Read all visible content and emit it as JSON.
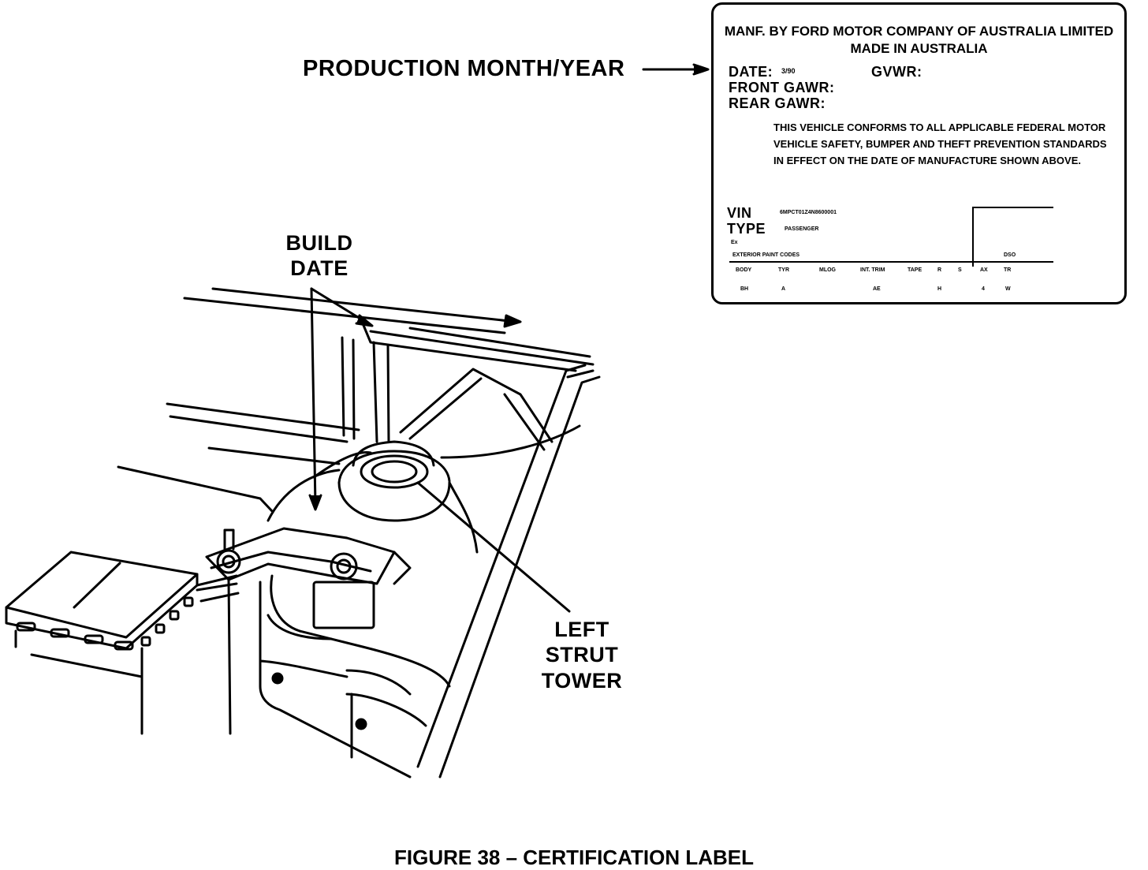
{
  "callouts": {
    "production": "PRODUCTION MONTH/YEAR",
    "build": [
      "BUILD",
      "DATE"
    ],
    "strut": [
      "LEFT",
      "STRUT",
      "TOWER"
    ]
  },
  "label": {
    "manufacturer": "MANF. BY FORD MOTOR COMPANY OF AUSTRALIA LIMITED",
    "made_in": "MADE IN AUSTRALIA",
    "date_label": "DATE:",
    "date_value": "3/90",
    "gvwr_label": "GVWR:",
    "front_gawr_label": "FRONT GAWR:",
    "rear_gawr_label": "REAR GAWR:",
    "conformity_text": "THIS VEHICLE CONFORMS TO ALL APPLICABLE FEDERAL MOTOR VEHICLE SAFETY, BUMPER AND THEFT PREVENTION STANDARDS IN EFFECT ON THE DATE OF MANUFACTURE SHOWN ABOVE.",
    "vin_label": "VIN",
    "vin_value": "6MPCT01Z4N8600001",
    "type_label": "TYPE",
    "type_value": "PASSENGER",
    "ex_label": "Ex",
    "paint_codes_label": "EXTERIOR PAINT CODES",
    "dso_label": "DSO",
    "codes_headers": [
      "BODY",
      "TYR",
      "MLOG",
      "INT. TRIM",
      "TAPE",
      "R",
      "S",
      "AX",
      "TR"
    ],
    "codes_values": [
      "BH",
      "A",
      "AE",
      "H",
      "4",
      "W"
    ]
  },
  "caption": "FIGURE 38 – CERTIFICATION LABEL"
}
